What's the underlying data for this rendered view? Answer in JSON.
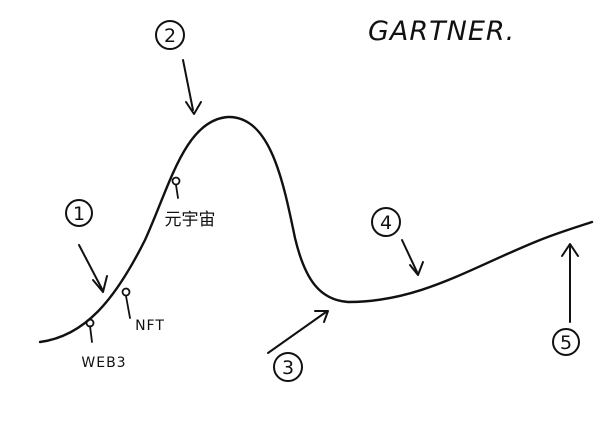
{
  "title": "GARTNER.",
  "colors": {
    "ink": "#111111",
    "paper": "#ffffff"
  },
  "markers": [
    {
      "number": "1"
    },
    {
      "number": "2"
    },
    {
      "number": "3"
    },
    {
      "number": "4"
    },
    {
      "number": "5"
    }
  ],
  "labels": {
    "web3": "WEB3",
    "nft": "NFT",
    "chinese": "元宇宙"
  }
}
